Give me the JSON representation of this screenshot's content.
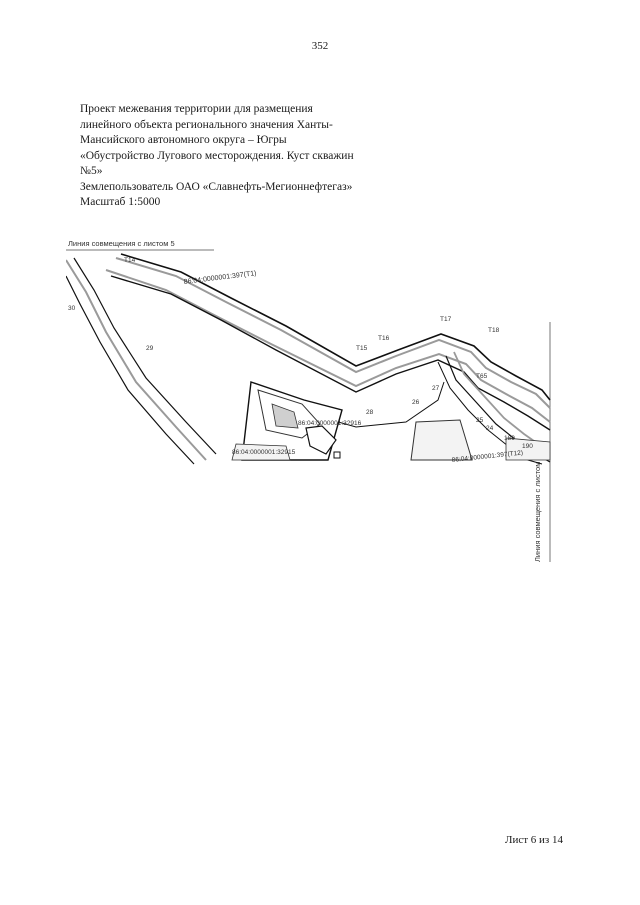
{
  "page": {
    "number": "352",
    "footer": "Лист 6 из 14"
  },
  "title_block": {
    "lines": [
      "Проект межевания территории для размещения",
      "линейного объекта регионального значения Ханты-",
      "Мансийского автономного округа – Югры",
      "«Обустройство Лугового месторождения. Куст скважин",
      "№5»",
      "Землепользователь ОАО «Славнефть-Мегионнефтегаз»",
      "Масштаб 1:5000"
    ]
  },
  "map": {
    "join_line_top": "Линия совмещения с листом 5",
    "join_line_right": "Линия совмещения с листом 7",
    "parcels": [
      "86:04:0000001:397(Т1)",
      "86:04:0000001:32916",
      "86:04:0000001:32915",
      "86:04:0000001:397(Т12)"
    ],
    "points": [
      "T14",
      "T15",
      "T16",
      "T17",
      "T18",
      "T65",
      "29",
      "27",
      "26",
      "28",
      "25",
      "24",
      "189",
      "190",
      "30"
    ]
  }
}
